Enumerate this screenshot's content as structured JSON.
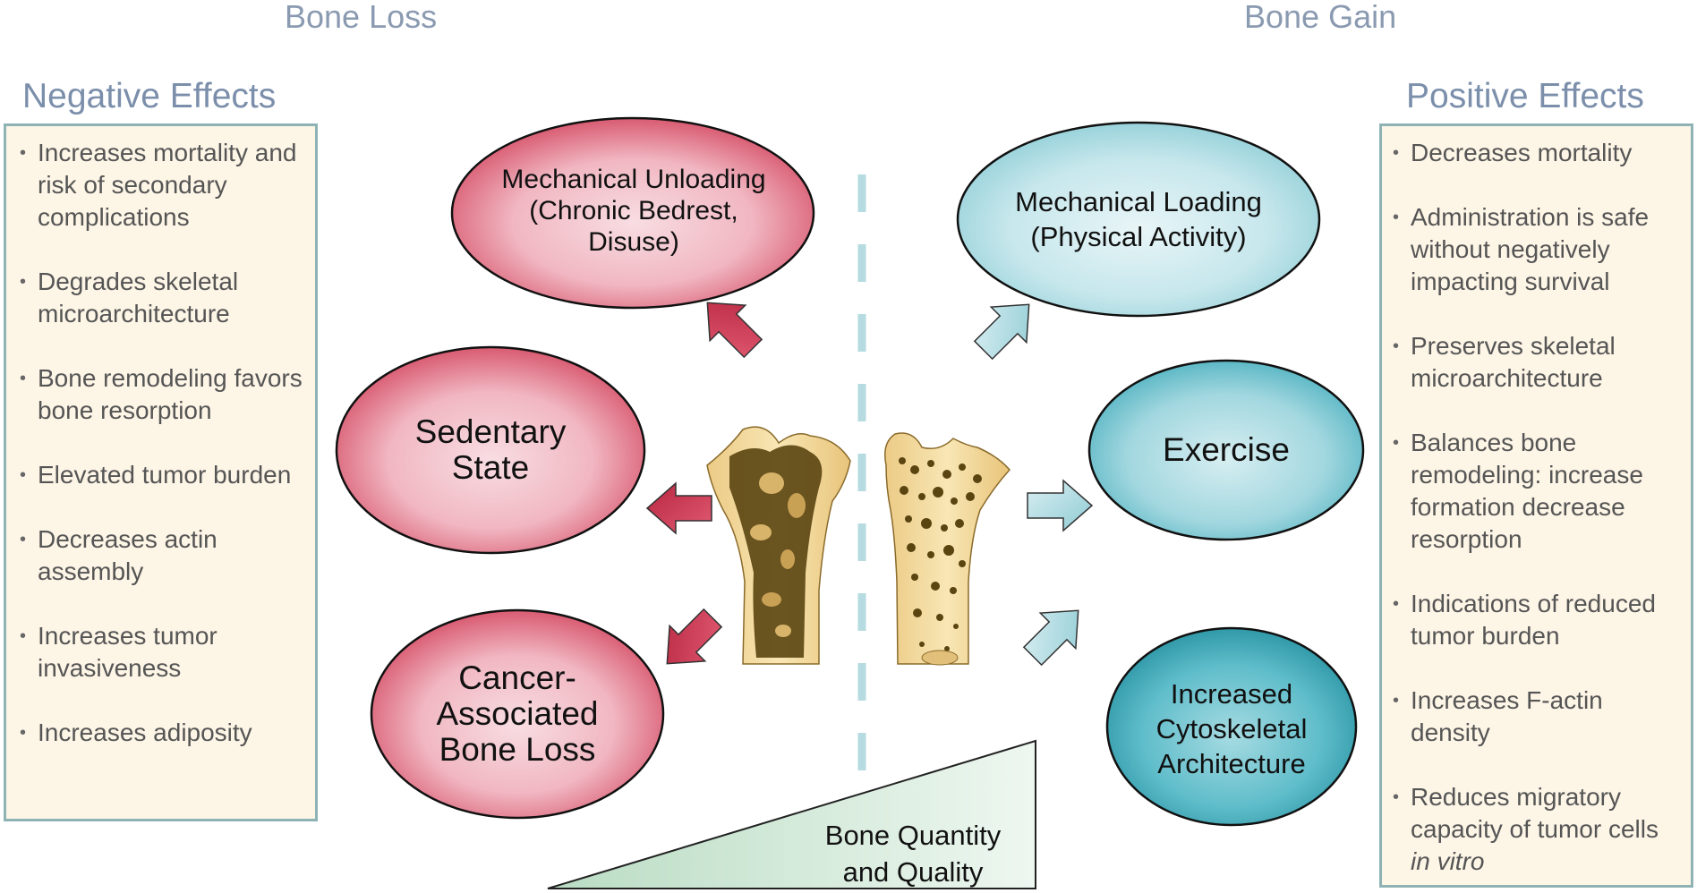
{
  "headers": {
    "left": "Bone Loss",
    "right": "Bone Gain"
  },
  "negative": {
    "title": "Negative Effects",
    "items": [
      "Increases mortality and risk of secondary complications",
      "Degrades skeletal microarchitecture",
      "Bone remodeling favors bone resorption",
      "Elevated tumor burden",
      "Decreases actin assembly",
      "Increases tumor invasiveness",
      "Increases adiposity"
    ]
  },
  "positive": {
    "title": "Positive Effects",
    "items": [
      "Decreases mortality",
      "Administration is safe without negatively impacting survival",
      "Preserves skeletal microarchitecture",
      "Balances bone remodeling: increase formation decrease resorption",
      "Indications of reduced tumor burden",
      "Increases F-actin density",
      "Reduces migratory capacity of tumor cells"
    ],
    "last_item_italic": "in vitro"
  },
  "ovals": {
    "unloading": "Mechanical Unloading (Chronic Bedrest, Disuse)",
    "sedentary": "Sedentary State",
    "cancer": "Cancer-Associated Bone Loss",
    "loading": "Mechanical Loading (Physical Activity)",
    "exercise": "Exercise",
    "cytoskeletal": "Increased Cytoskeletal Architecture"
  },
  "triangle_label": "Bone Quantity and Quality",
  "colors": {
    "loss": "#d44a63",
    "gain": "#4cb3c0",
    "panel_bg": "#fdf5e6",
    "panel_border": "#8fb3b4",
    "header": "#8a9ab0"
  }
}
